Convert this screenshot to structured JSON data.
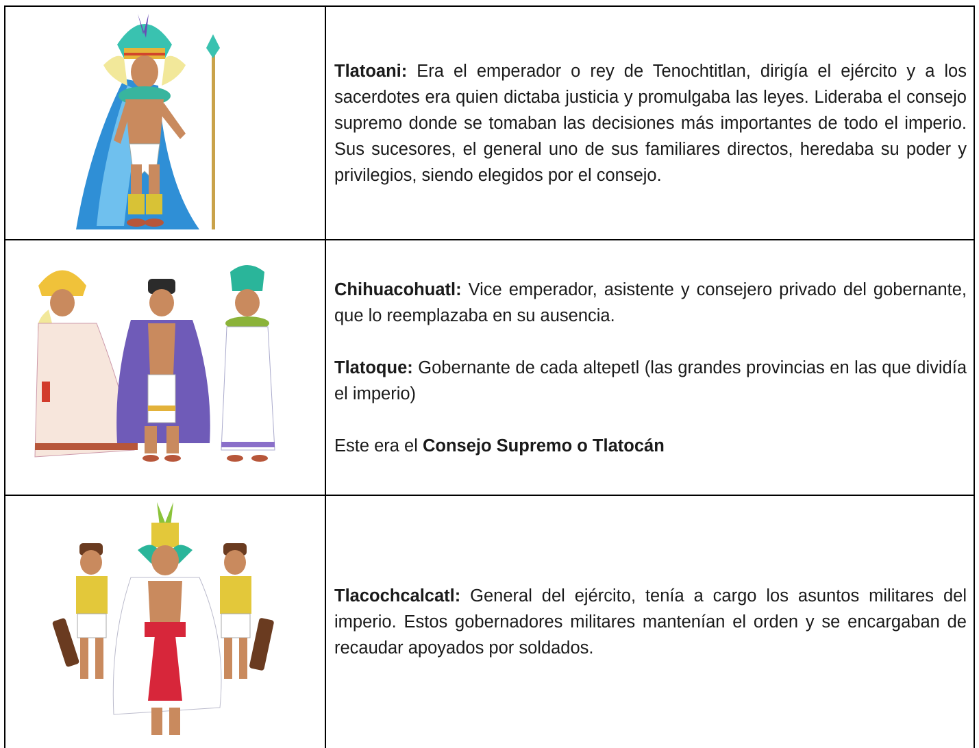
{
  "rows": [
    {
      "image": "tlatoani-illustration",
      "title": "Tlatoani:",
      "text": " Era el emperador o rey de Tenochtitlan, dirigía el ejército y a los sacerdotes era quien dictaba justicia y promulgaba las leyes. Lideraba el consejo supremo donde se tomaban las decisiones más importantes de todo el imperio. Sus sucesores, el general uno de sus familiares directos, heredaba su poder y privilegios, siendo elegidos por el consejo."
    },
    {
      "image": "council-illustration",
      "title": "Chihuacohuatl:",
      "text": " Vice emperador, asistente y consejero privado del gobernante, que lo reemplazaba en su ausencia.",
      "title2": "Tlatoque:",
      "text2": " Gobernante de cada altepetl (las grandes provincias en las que dividía el imperio)",
      "text3_prefix": "Este era el ",
      "text3_bold": "Consejo Supremo o Tlatocán"
    },
    {
      "image": "general-illustration",
      "title": "Tlacochcalcatl:",
      "text": " General del ejército, tenía a cargo los asuntos militares del imperio. Estos gobernadores militares mantenían el orden y se encargaban de recaudar apoyados por soldados."
    }
  ]
}
